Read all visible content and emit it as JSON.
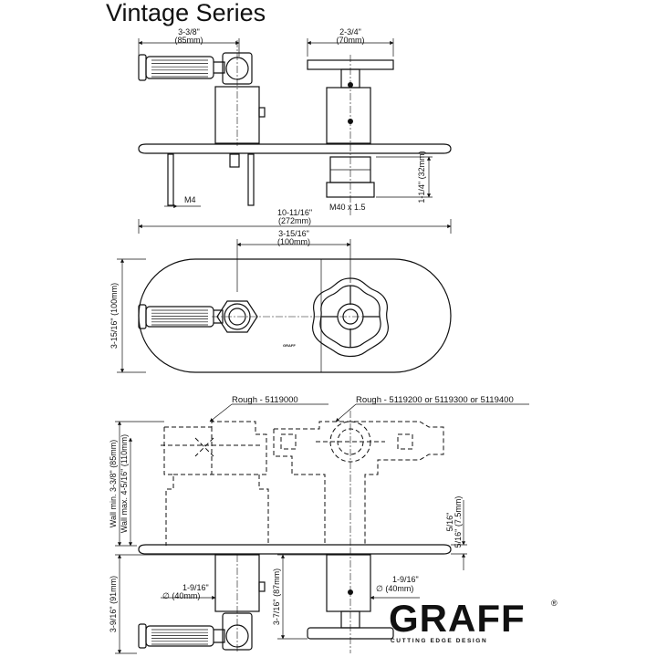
{
  "title": "Vintage Series",
  "top_view": {
    "handle_offset_in": "3-3/8\"",
    "handle_offset_mm": "(85mm)",
    "cross_handle_width_in": "2-3/4\"",
    "cross_handle_width_mm": "(70mm)",
    "screw_label": "M4",
    "thread_label": "M40 x 1.5",
    "spout_depth": "1-1/4\" (32mm)",
    "overall_width_in": "10-11/16\"",
    "overall_width_mm": "(272mm)"
  },
  "front_view": {
    "center_spacing_in": "3-15/16\"",
    "center_spacing_mm": "(100mm)",
    "plate_height": "3-15/16\" (100mm)",
    "plate_brand": "GRAFF"
  },
  "rough_view": {
    "rough_left": "Rough - 5119000",
    "rough_right": "Rough - 5119200 or 5119300 or 5119400",
    "wall_min": "Wall min. 3-3/8\" (85mm)",
    "wall_max": "Wall max. 4-5/16\" (110mm)",
    "trim_thickness": "5/16\" (7.5mm)",
    "left_depth": "3-9/16\" (91mm)",
    "left_diameter_in": "1-9/16\"",
    "left_diameter_mm": "∅ (40mm)",
    "right_depth": "3-7/16\" (87mm)",
    "right_diameter_in": "1-9/16\"",
    "right_diameter_mm": "∅ (40mm)"
  },
  "logo": {
    "name": "GRAFF",
    "registered": "®",
    "tagline": "CUTTING EDGE DESIGN"
  }
}
